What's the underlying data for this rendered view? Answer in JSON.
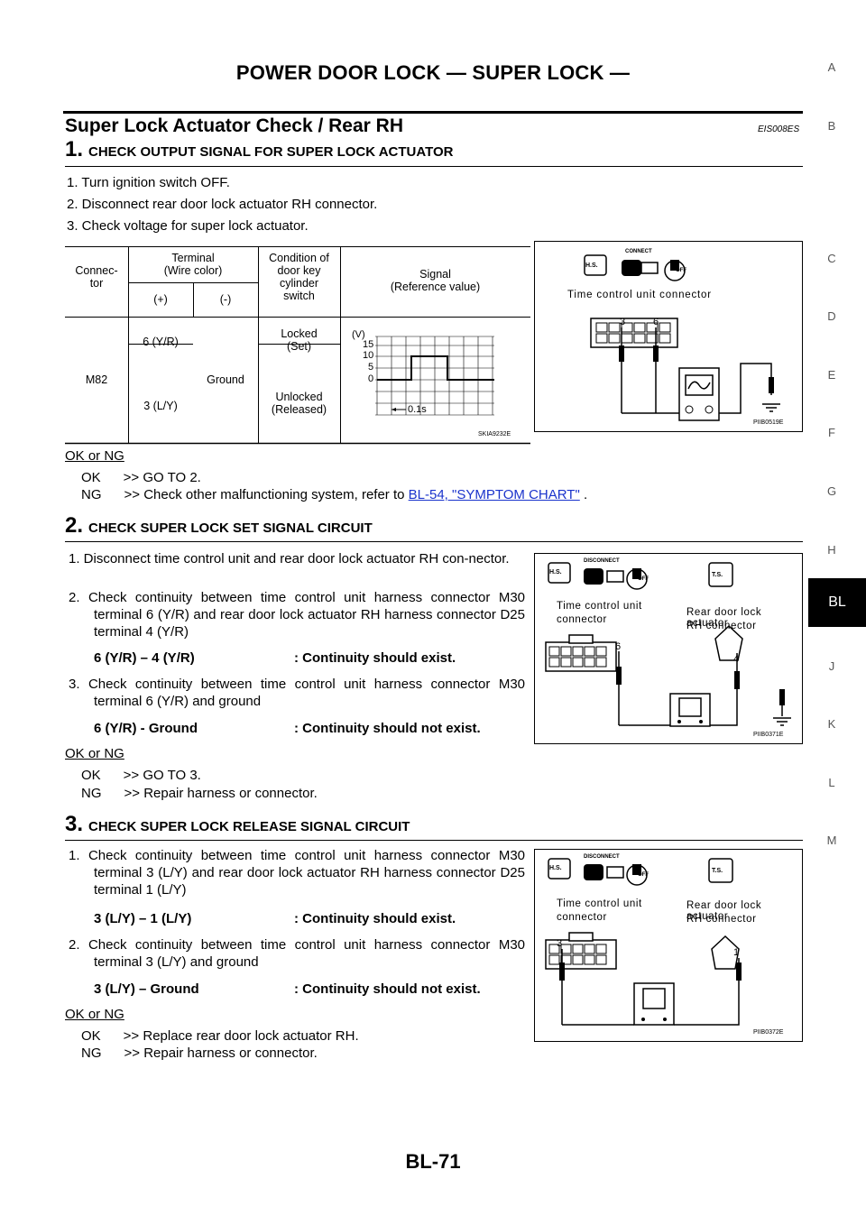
{
  "header": {
    "title": "POWER DOOR LOCK — SUPER LOCK —"
  },
  "section": {
    "title": "Super Lock Actuator Check / Rear RH",
    "code": "EIS008ES"
  },
  "side_tabs": [
    "A",
    "B",
    "C",
    "D",
    "E",
    "F",
    "G",
    "H",
    "BL",
    "J",
    "K",
    "L",
    "M"
  ],
  "active_tab": "BL",
  "step1": {
    "num": "1.",
    "title": "CHECK OUTPUT SIGNAL FOR SUPER LOCK ACTUATOR",
    "items": [
      "1. Turn ignition switch OFF.",
      "2. Disconnect rear door lock actuator RH connector.",
      "3. Check voltage for super lock actuator."
    ],
    "table": {
      "h_connector": "Connec-\ntor",
      "h_terminal": "Terminal\n(Wire color)",
      "h_plus": "(+)",
      "h_minus": "(-)",
      "h_condition": "Condition of\ndoor key\ncylinder\nswitch",
      "h_signal": "Signal\n(Reference value)",
      "connector": "M82",
      "t1": "6 (Y/R)",
      "t2": "3 (L/Y)",
      "ground": "Ground",
      "c1": "Locked\n(Set)",
      "c2": "Unlocked\n(Released)"
    },
    "waveform": {
      "unit": "(V)",
      "ticks": [
        "15",
        "10",
        "5",
        "0"
      ],
      "time": "0.1s",
      "fig_id": "SKIA9232E"
    },
    "figure": {
      "connect": "CONNECT",
      "hs": "H.S.",
      "off": "OFF",
      "label": "Time control unit connector",
      "pin_a": "3",
      "pin_b": "6",
      "fig_id": "PIIB0519E"
    },
    "okng": "OK or NG",
    "ok": "OK      >> GO TO 2.",
    "ng_prefix": "NG      >> Check other malfunctioning system, refer to ",
    "ng_link": "BL-54, \"SYMPTOM CHART\"",
    "ng_suffix": " ."
  },
  "step2": {
    "num": "2.",
    "title": "CHECK SUPER LOCK SET SIGNAL CIRCUIT",
    "item1": "1. Disconnect time control unit and rear door lock actuator RH con-nector.",
    "item2": "2. Check continuity between time control unit harness connector M30 terminal 6 (Y/R) and rear door lock actuator RH harness connector D25 terminal 4 (Y/R)",
    "spec1_a": "6 (Y/R) – 4 (Y/R)",
    "spec1_b": ": Continuity should exist.",
    "item3": "3. Check continuity between time control unit harness connector M30 terminal 6 (Y/R) and ground",
    "spec2_a": "6 (Y/R) - Ground",
    "spec2_b": ": Continuity should not exist.",
    "okng": "OK or NG",
    "ok": "OK      >> GO TO 3.",
    "ng": "NG      >> Repair harness or connector.",
    "figure": {
      "disconnect": "DISCONNECT",
      "hs": "H.S.",
      "ts": "T.S.",
      "off": "OFF",
      "left1": "Time control unit",
      "left2": "connector",
      "right1": "Rear door lock actuator",
      "right2": "RH connector",
      "pin_a": "6",
      "pin_b": "4",
      "fig_id": "PIIB0371E"
    }
  },
  "step3": {
    "num": "3.",
    "title": "CHECK SUPER LOCK RELEASE SIGNAL CIRCUIT",
    "item1": "1. Check continuity between time control unit harness connector M30 terminal 3 (L/Y) and rear door lock actuator RH harness connector D25 terminal 1 (L/Y)",
    "spec1_a": "3 (L/Y) – 1 (L/Y)",
    "spec1_b": ": Continuity should exist.",
    "item2": "2. Check continuity between time control unit harness connector M30 terminal 3 (L/Y) and ground",
    "spec2_a": "3 (L/Y) – Ground",
    "spec2_b": ": Continuity should not exist.",
    "okng": "OK or NG",
    "ok": "OK      >> Replace rear door lock actuator RH.",
    "ng": "NG      >> Repair harness or connector.",
    "figure": {
      "disconnect": "DISCONNECT",
      "hs": "H.S.",
      "ts": "T.S.",
      "off": "OFF",
      "left1": "Time control unit",
      "left2": "connector",
      "right1": "Rear door lock actuator",
      "right2": "RH connector",
      "pin_a": "3",
      "pin_b": "1",
      "fig_id": "PIIB0372E"
    }
  },
  "footer": {
    "page": "BL-71"
  }
}
